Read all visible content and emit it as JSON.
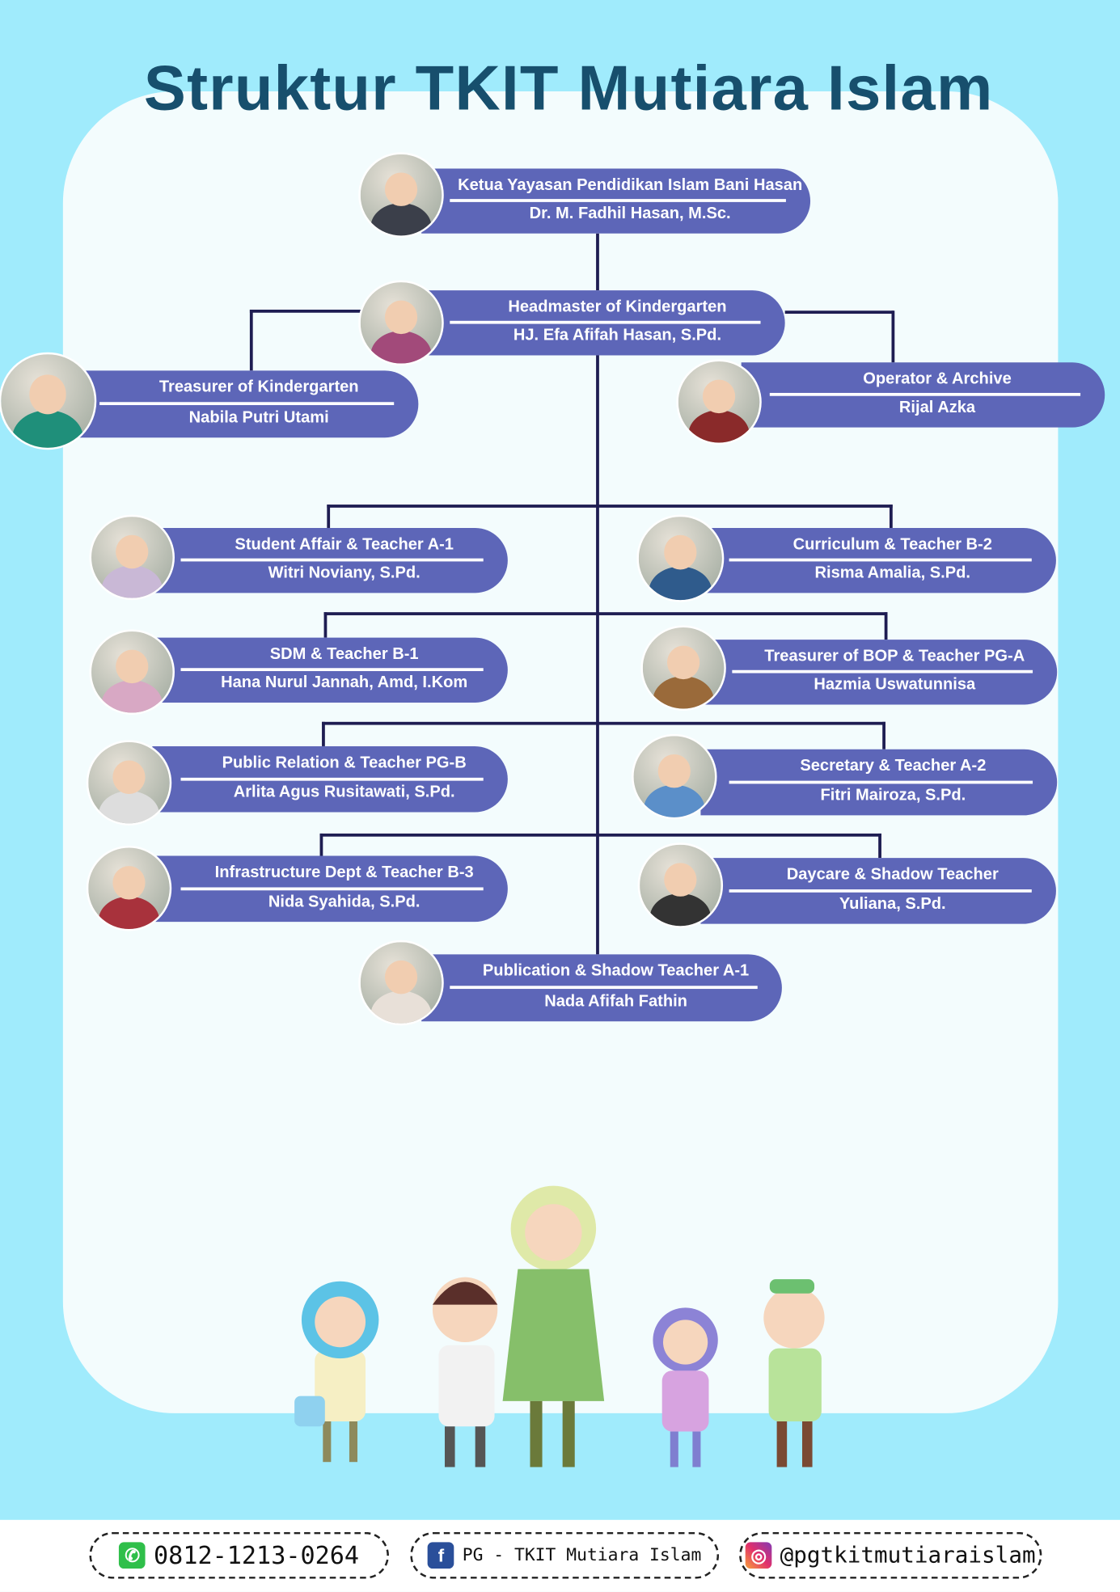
{
  "title": "Struktur TKIT Mutiara Islam",
  "members": [
    {
      "role": "Ketua Yayasan Pendidikan Islam Bani Hasan",
      "name": "Dr. M. Fadhil Hasan, M.Sc."
    },
    {
      "role": "Headmaster of Kindergarten",
      "name": "HJ. Efa Afifah Hasan, S.Pd."
    },
    {
      "role": "Treasurer of Kindergarten",
      "name": "Nabila Putri Utami"
    },
    {
      "role": "Operator & Archive",
      "name": "Rijal Azka"
    },
    {
      "role": "Student Affair & Teacher A-1",
      "name": "Witri Noviany, S.Pd."
    },
    {
      "role": "Curriculum & Teacher B-2",
      "name": "Risma Amalia, S.Pd."
    },
    {
      "role": "SDM & Teacher B-1",
      "name": "Hana Nurul Jannah, Amd, I.Kom"
    },
    {
      "role": "Treasurer of BOP & Teacher PG-A",
      "name": "Hazmia Uswatunnisa"
    },
    {
      "role": "Public Relation & Teacher PG-B",
      "name": "Arlita Agus Rusitawati, S.Pd."
    },
    {
      "role": "Secretary & Teacher A-2",
      "name": "Fitri Mairoza, S.Pd."
    },
    {
      "role": "Infrastructure Dept & Teacher B-3",
      "name": "Nida Syahida, S.Pd."
    },
    {
      "role": "Daycare & Shadow Teacher",
      "name": "Yuliana, S.Pd."
    },
    {
      "role": "Publication & Shadow Teacher A-1",
      "name": "Nada Afifah Fathin"
    }
  ],
  "footer": {
    "phone": "0812-1213-0264",
    "facebook": "PG - TKIT Mutiara Islam",
    "instagram": "@pgtkitmutiaraislam"
  },
  "colors": {
    "pill": "#5d66b8",
    "title": "#174f6d",
    "background": "#a0ebfc",
    "connector": "#1e1d52"
  }
}
